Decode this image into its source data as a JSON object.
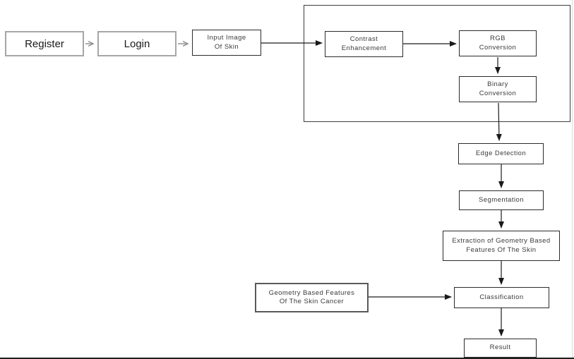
{
  "diagram": {
    "nodes": {
      "register": {
        "label": "Register"
      },
      "login": {
        "label": "Login"
      },
      "input_image": {
        "label": "Input Image\nOf Skin"
      },
      "contrast": {
        "label": "Contrast\nEnhancement"
      },
      "rgb": {
        "label": "RGB\nConversion"
      },
      "binary": {
        "label": "Binary\nConversion"
      },
      "edge_detection": {
        "label": "Edge Detection"
      },
      "segmentation": {
        "label": "Segmentation"
      },
      "extraction": {
        "label": "Extraction of Geometry Based\nFeatures Of The Skin"
      },
      "geometry": {
        "label": "Geometry Based Features\nOf The Skin Cancer"
      },
      "classification": {
        "label": "Classification"
      },
      "result": {
        "label": "Result"
      }
    },
    "edges": [
      {
        "from": "register",
        "to": "login",
        "style": "gray-open"
      },
      {
        "from": "login",
        "to": "input_image",
        "style": "gray-open"
      },
      {
        "from": "input_image",
        "to": "contrast",
        "style": "black-solid"
      },
      {
        "from": "contrast",
        "to": "rgb",
        "style": "black-solid"
      },
      {
        "from": "rgb",
        "to": "binary",
        "style": "black-solid"
      },
      {
        "from": "binary",
        "to": "edge_detection",
        "style": "black-solid"
      },
      {
        "from": "edge_detection",
        "to": "segmentation",
        "style": "black-solid"
      },
      {
        "from": "segmentation",
        "to": "extraction",
        "style": "black-solid"
      },
      {
        "from": "extraction",
        "to": "classification",
        "style": "black-solid"
      },
      {
        "from": "geometry",
        "to": "classification",
        "style": "black-solid"
      },
      {
        "from": "classification",
        "to": "result",
        "style": "black-solid"
      }
    ],
    "colors": {
      "gray_border": "#a6a6a6",
      "dark_border": "#2b2b2b",
      "frame_border": "#3d3d3d",
      "arrow_black": "#1a1a1a",
      "arrow_gray": "#8c8c8c"
    }
  }
}
